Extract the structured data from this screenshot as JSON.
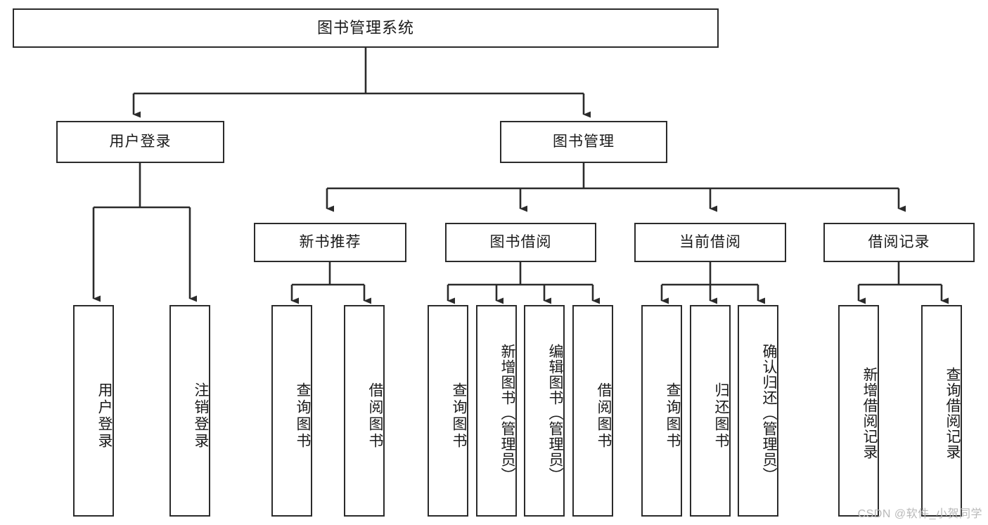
{
  "diagram": {
    "title": "图书管理系统",
    "type": "tree",
    "watermark": "CSDN @软件_小贺同学",
    "colors": {
      "background": "#ffffff",
      "box_border": "#2b2b2b",
      "box_fill": "#ffffff",
      "connector": "#2b2b2b",
      "watermark": "#b9b9b9"
    },
    "root": {
      "label": "图书管理系统"
    },
    "tier1": [
      {
        "label": "用户登录"
      },
      {
        "label": "图书管理"
      }
    ],
    "tier2": [
      {
        "label": "新书推荐"
      },
      {
        "label": "图书借阅"
      },
      {
        "label": "当前借阅"
      },
      {
        "label": "借阅记录"
      }
    ],
    "leaves": {
      "user_login": [
        {
          "label": "用户登录"
        },
        {
          "label": "注销登录"
        }
      ],
      "new_book_recommend": [
        {
          "label": "查询图书"
        },
        {
          "label": "借阅图书"
        }
      ],
      "book_borrow": [
        {
          "label": "查询图书"
        },
        {
          "label": "新增图书（管理员）"
        },
        {
          "label": "编辑图书（管理员）"
        },
        {
          "label": "借阅图书"
        }
      ],
      "current_borrow": [
        {
          "label": "查询图书"
        },
        {
          "label": "归还图书"
        },
        {
          "label": "确认归还（管理员）"
        }
      ],
      "borrow_records": [
        {
          "label": "新增借阅记录"
        },
        {
          "label": "查询借阅记录"
        }
      ]
    }
  }
}
